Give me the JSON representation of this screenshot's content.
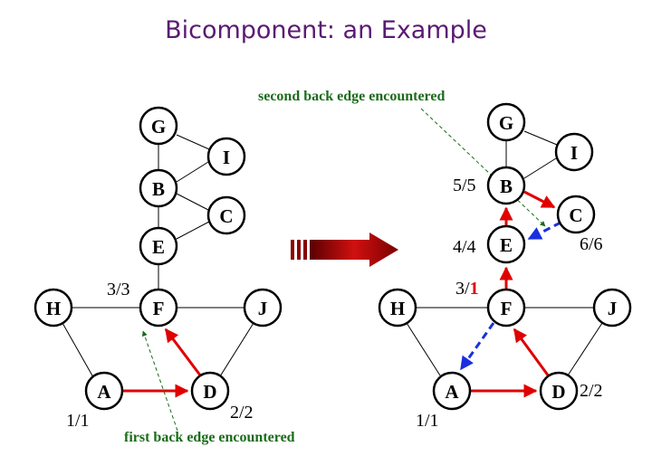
{
  "title": "Bicomponent: an Example",
  "colors": {
    "title": "#5a1a73",
    "tree_edge": "#e00000",
    "back_edge": "#1a2fe0",
    "annotation": "#1b6b1b",
    "arrow": "#a30000"
  },
  "left": {
    "nodes": {
      "G": "G",
      "I": "I",
      "B": "B",
      "C": "C",
      "E": "E",
      "H": "H",
      "F": "F",
      "J": "J",
      "A": "A",
      "D": "D"
    },
    "labels": {
      "F": "3/3",
      "A": "1/1",
      "D": "2/2"
    },
    "annotation": "first back edge encountered"
  },
  "right": {
    "nodes": {
      "G": "G",
      "I": "I",
      "B": "B",
      "C": "C",
      "E": "E",
      "H": "H",
      "F": "F",
      "J": "J",
      "A": "A",
      "D": "D"
    },
    "labels": {
      "B": "5/5",
      "E": "4/4",
      "C": "6/6",
      "F_prefix": "3/",
      "F_low": "1",
      "A": "1/1",
      "D": "2/2"
    },
    "annotation": "second back edge encountered"
  }
}
